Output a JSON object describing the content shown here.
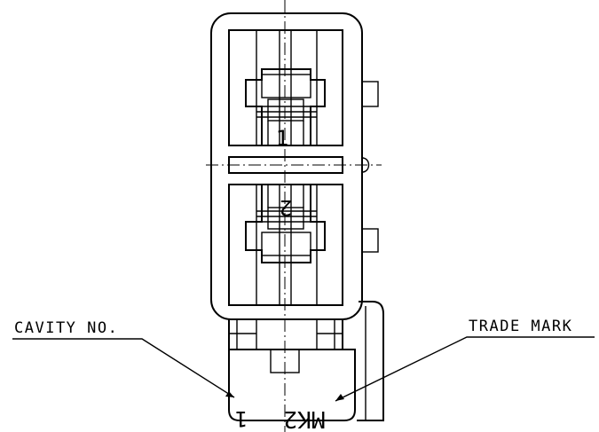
{
  "callouts": {
    "cavity": "CAVITY NO.",
    "trade": "TRADE MARK"
  },
  "cavity_labels": {
    "top": "1",
    "bottom": "2",
    "base": "1"
  },
  "trade_mark": "MK2"
}
